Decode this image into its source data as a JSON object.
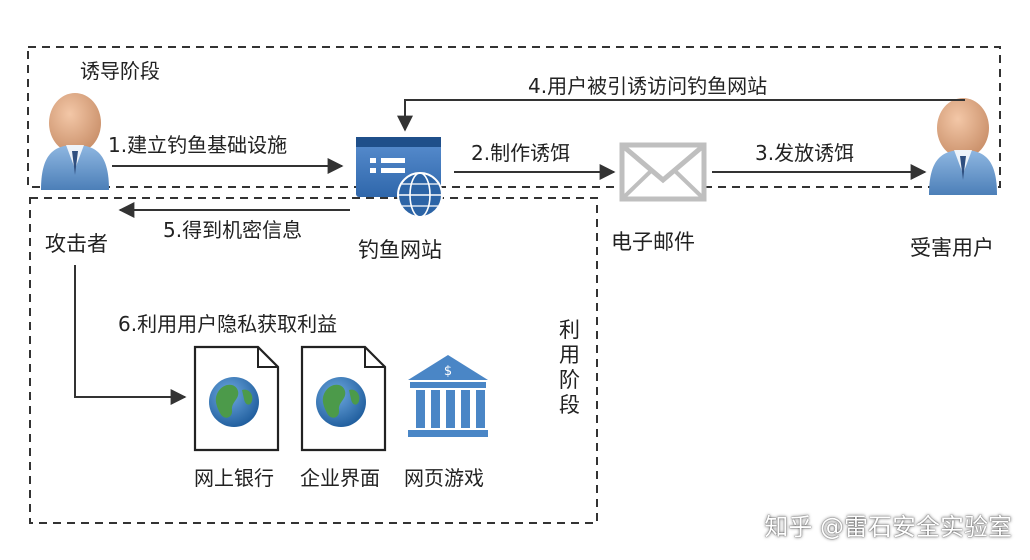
{
  "stages": {
    "lure": "诱导阶段",
    "use": [
      "利",
      "用",
      "阶",
      "段"
    ]
  },
  "actors": {
    "attacker": "攻击者",
    "phishing_site": "钓鱼网站",
    "email": "电子邮件",
    "victim": "受害用户"
  },
  "steps": {
    "s1": "1.建立钓鱼基础设施",
    "s2": "2.制作诱饵",
    "s3": "3.发放诱饵",
    "s4": "4.用户被引诱访问钓鱼网站",
    "s5": "5.得到机密信息",
    "s6": "6.利用用户隐私获取利益"
  },
  "targets": {
    "bank": "网上银行",
    "enterprise": "企业界面",
    "game": "网页游戏"
  },
  "watermark": "知乎 @雷石安全实验室",
  "colors": {
    "line": "#333333",
    "accent_blue": "#3a6fb5",
    "globe_ocean": "#2f6fb1",
    "globe_land": "#4c9a4a",
    "bank_blue": "#4a86c6",
    "envelope": "#bfbfbf",
    "skin": "#e7b18e",
    "body_blue": "#6b9dd0"
  },
  "icons": {
    "attacker": "person-icon",
    "site": "website-globe-icon",
    "email": "envelope-icon",
    "victim": "person-icon",
    "bank": "document-globe-icon",
    "enterprise": "document-globe-icon",
    "game": "bank-building-icon"
  }
}
